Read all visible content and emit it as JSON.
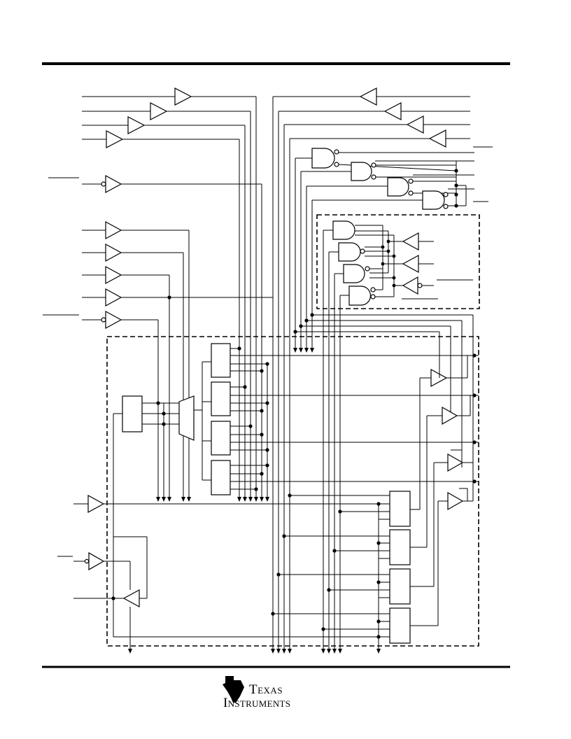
{
  "document": {
    "kind": "logic diagram page (unlabeled in image)"
  },
  "footer": {
    "logo": {
      "icon": "ti-state-logo-icon",
      "line1": "Texas",
      "line2": "Instruments"
    }
  }
}
